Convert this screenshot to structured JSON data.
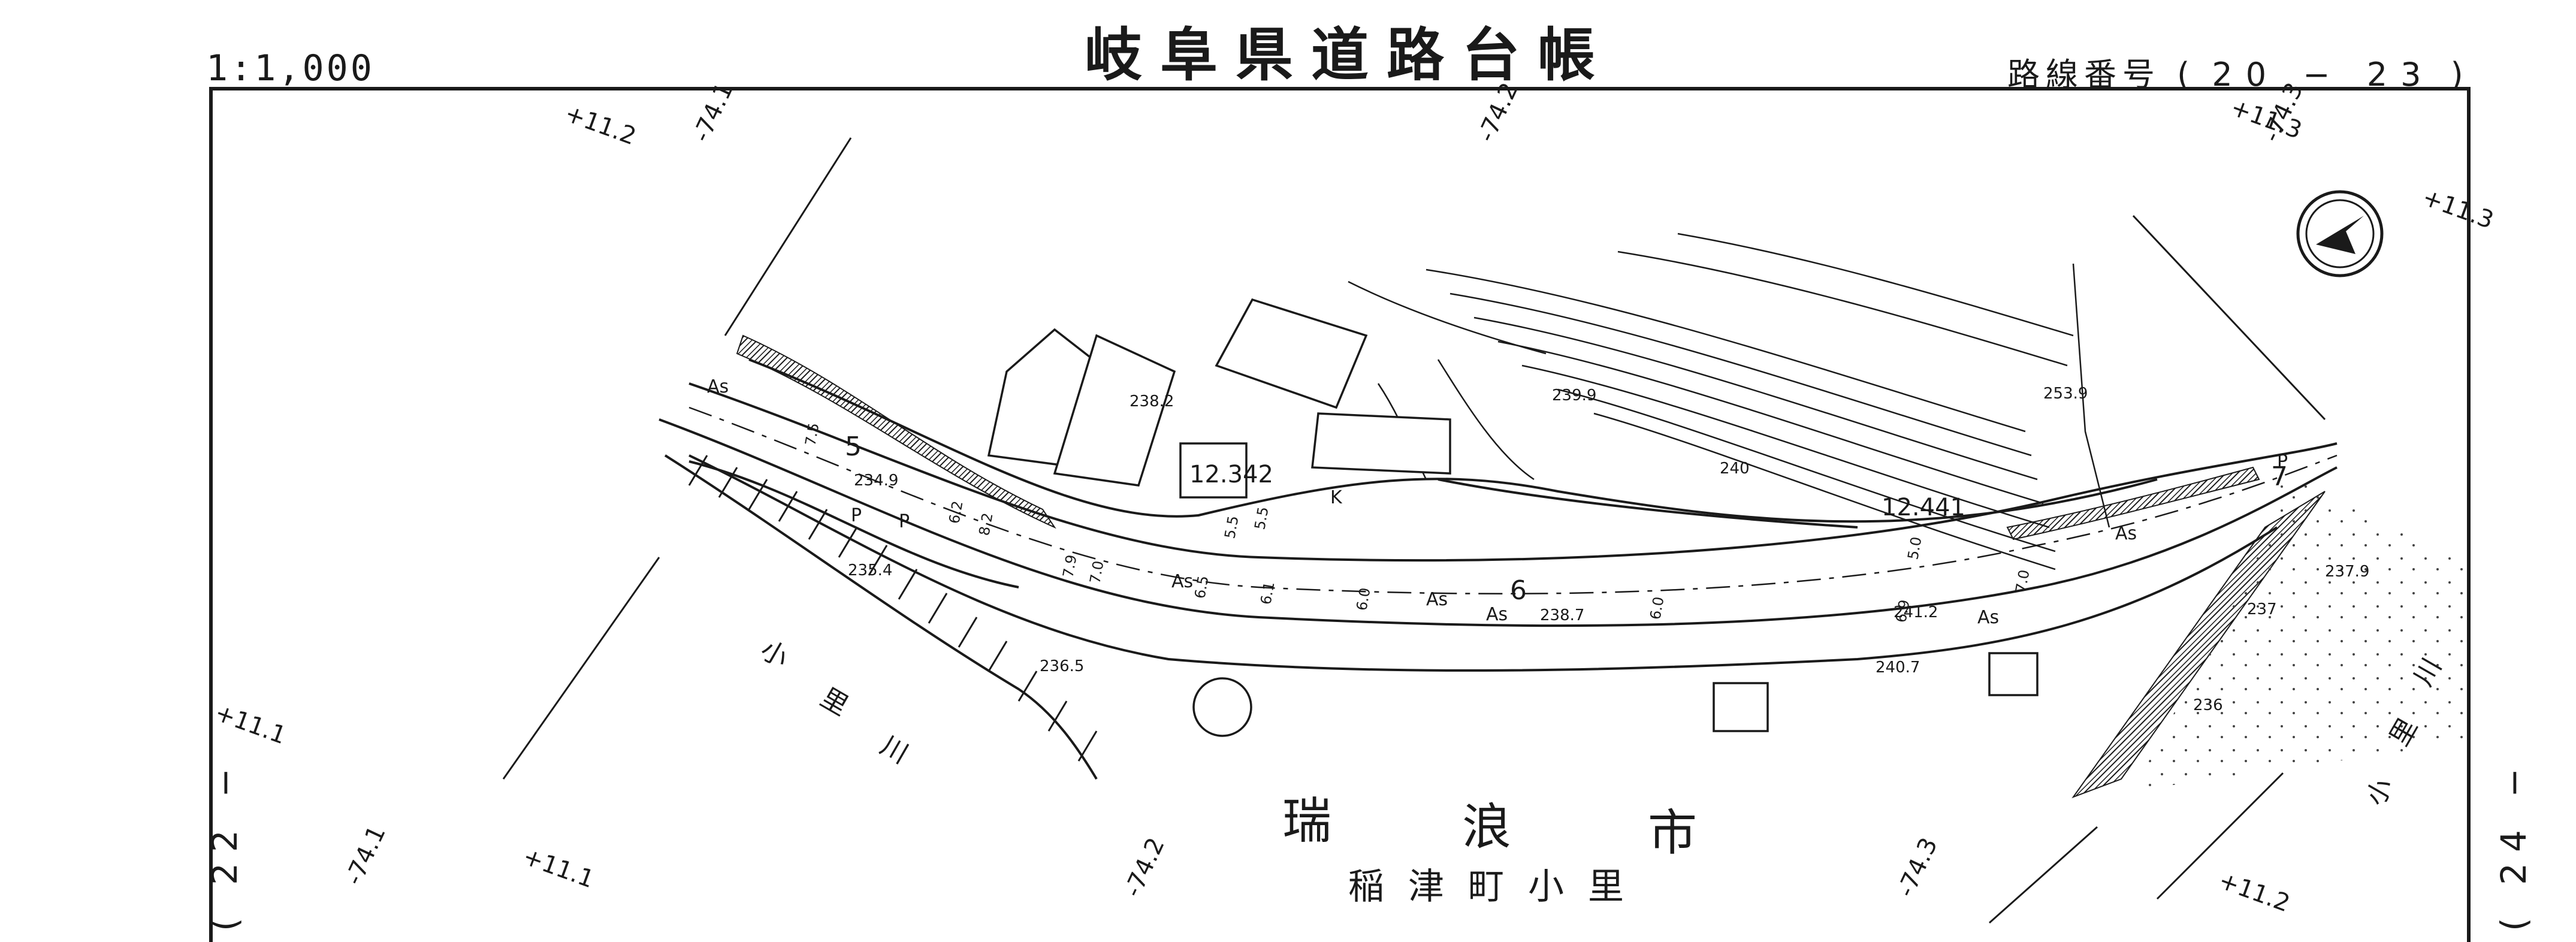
{
  "header": {
    "title": "岐阜県道路台帳",
    "scale": "1:1,000",
    "route_label": "路線番号",
    "route_open": "(",
    "route_number": "20 − 23",
    "route_close": ")"
  },
  "sheet_links": {
    "left": "( 22 −",
    "right": "( 24 −"
  },
  "place_names": {
    "city": [
      "瑞",
      "浪",
      "市"
    ],
    "town": "稲津町小里",
    "river_left": [
      "小",
      "里",
      "川"
    ],
    "river_right": [
      "小",
      "里",
      "川"
    ]
  },
  "coordinate_ticks": [
    "+11.2",
    "-74.1",
    "-74.2",
    "+11.3",
    "-74.3",
    "+11.3",
    "+11.1",
    "-74.1",
    "+11.1",
    "-74.2",
    "-74.3",
    "+11.2"
  ],
  "road_labels": {
    "surface": [
      "As",
      "As",
      "As",
      "As",
      "As",
      "As",
      "K",
      "P",
      "P",
      "P"
    ],
    "section_numbers": [
      "5",
      "6",
      "7"
    ],
    "distance_markers": [
      "12.342",
      "12.441"
    ]
  },
  "elevations": [
    "238.2",
    "239.9",
    "253.9",
    "234.9",
    "240",
    "235.4",
    "238.7",
    "241.2",
    "236.5",
    "240.7",
    "237.9",
    "237",
    "236"
  ],
  "widths": [
    "7.5",
    "6.2",
    "8.2",
    "7.9",
    "7.0",
    "5.5",
    "5.5",
    "6.5",
    "6.1",
    "6.0",
    "6.9",
    "7.0",
    "6.0",
    "5.0"
  ],
  "colors": {
    "ink": "#1a1a1a",
    "paper": "#ffffff"
  },
  "icons": [
    "north-arrow-icon"
  ]
}
